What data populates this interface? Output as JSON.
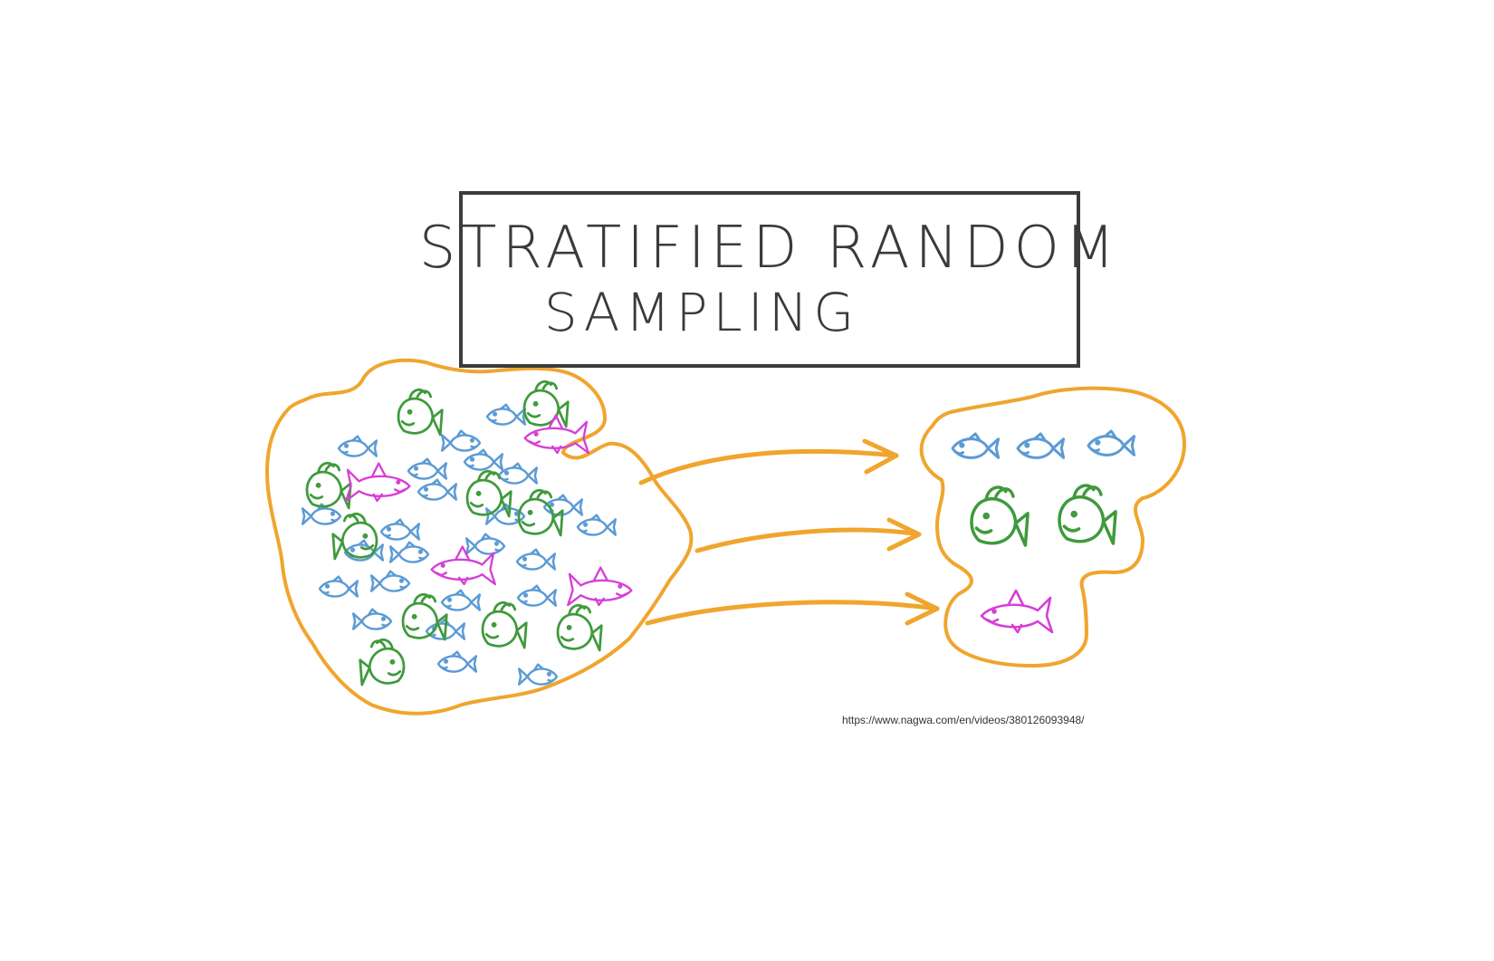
{
  "title": {
    "line1": "STRATIFIED RANDOM",
    "line2": "SAMPLING"
  },
  "source_url": "https://www.nagwa.com/en/videos/380126093948/",
  "colors": {
    "outline": "#f0a52e",
    "title_border": "#3c3c3c",
    "blue_fish": "#5b9bd5",
    "green_fish": "#3f9a3c",
    "pink_shark": "#d63fd6"
  },
  "population": {
    "counts": {
      "blue_fish": 24,
      "green_fish": 10,
      "pink_shark": 4
    }
  },
  "sample": {
    "strata": [
      {
        "kind": "blue_fish",
        "count": 3
      },
      {
        "kind": "green_fish",
        "count": 2
      },
      {
        "kind": "pink_shark",
        "count": 1
      }
    ]
  },
  "icons": [
    "blue-fish-icon",
    "green-fish-icon",
    "pink-shark-icon",
    "arrow-icon"
  ]
}
